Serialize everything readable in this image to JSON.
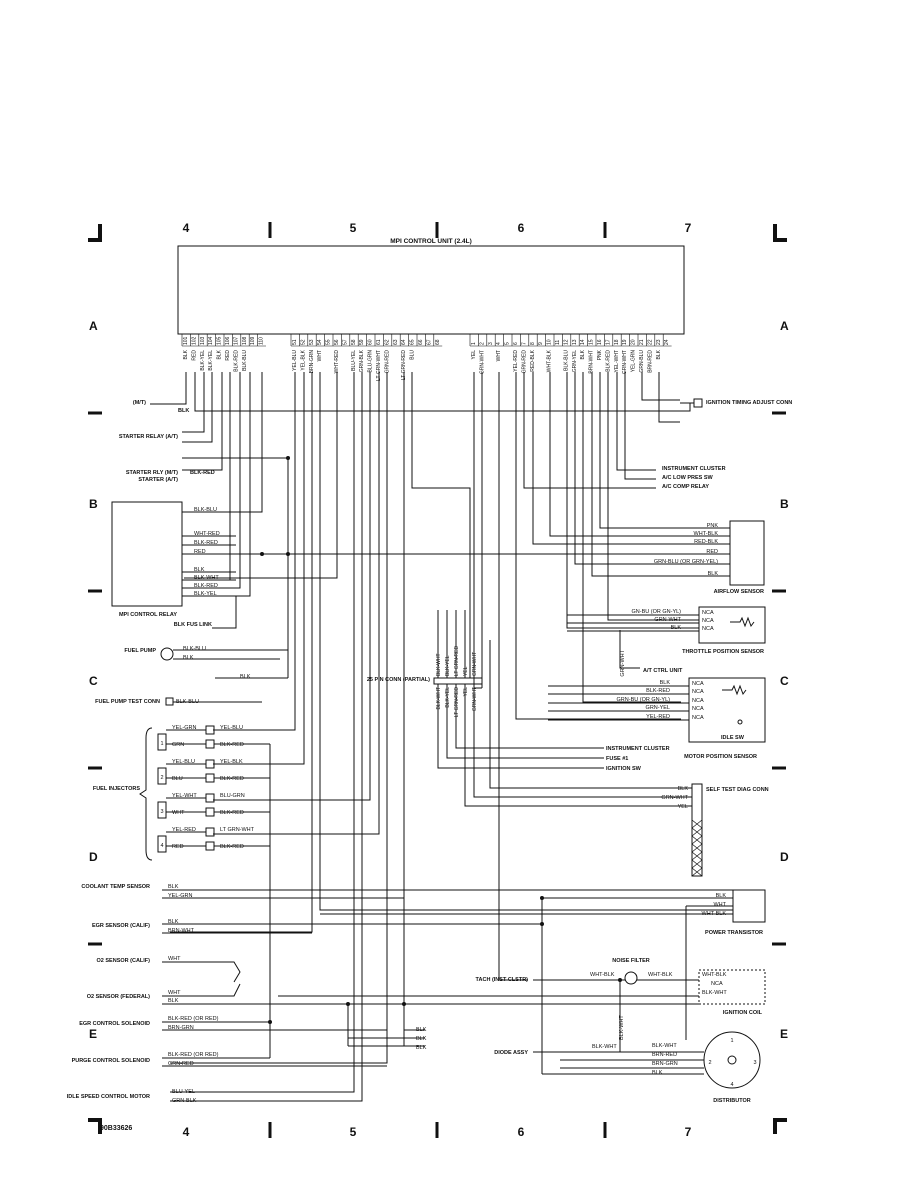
{
  "grid": {
    "columns": [
      "4",
      "5",
      "6",
      "7"
    ],
    "rows": [
      "A",
      "B",
      "C",
      "D",
      "E"
    ]
  },
  "ecu": {
    "title": "MPI CONTROL UNIT (2.4L)",
    "left_pins": [
      "101",
      "102",
      "103",
      "104",
      "105",
      "106",
      "107",
      "108",
      "109",
      "110"
    ],
    "left_wires": [
      "BLK",
      "RED",
      "BLK-YEL",
      "BLK-YEL",
      "BLK",
      "RED",
      "BLK-RED",
      "BLK-BLU",
      "",
      ""
    ],
    "mid_pins": [
      "51",
      "52",
      "53",
      "54",
      "55",
      "56",
      "57",
      "58",
      "59",
      "60",
      "61",
      "62",
      "63",
      "64",
      "65",
      "66",
      "67",
      "68"
    ],
    "mid_wires": [
      "YEL-BLU",
      "YEL-BLK",
      "BRN-GRN",
      "WHT",
      "",
      "WHT-RED",
      "",
      "BLU-YEL",
      "GRN-BLK",
      "BLU-GRN",
      "LT GRN-WHT",
      "GRN-RED",
      "",
      "LT GRN-RED",
      "BLU",
      "",
      "",
      ""
    ],
    "right_pins": [
      "1",
      "2",
      "3",
      "4",
      "5",
      "6",
      "7",
      "8",
      "9",
      "10",
      "11",
      "12",
      "13",
      "14",
      "15",
      "16",
      "17",
      "18",
      "19",
      "20",
      "21",
      "22",
      "23",
      "24"
    ],
    "right_wires": [
      "YEL",
      "GRN-WHT",
      "",
      "WHT",
      "",
      "YEL-RED",
      "GRN-RED",
      "RED-BLK",
      "",
      "WHT-BLK",
      "",
      "BLK-BLU",
      "GRN-YEL",
      "BLK",
      "BRN-WHT",
      "PNK",
      "BLK-RED",
      "YEL-WHT",
      "GRN-WHT",
      "YEL-GRN",
      "GRN-BLU",
      "BRN-RED",
      "BLK",
      ""
    ]
  },
  "top_left": {
    "mt_label": "(M/T)",
    "blk_label": "BLK",
    "starter_relay": "STARTER RELAY (A/T)",
    "starter_rly_mt": "STARTER RLY (M/T)",
    "starter_at": "STARTER (A/T)",
    "starter_wire": "BLK-RED"
  },
  "ignition_timing": "IGNITION TIMING ADJUST CONN",
  "right_refs": [
    "INSTRUMENT CLUSTER",
    "A/C LOW PRES SW",
    "A/C COMP RELAY"
  ],
  "airflow": {
    "title": "AIRFLOW SENSOR",
    "wires": [
      "PNK",
      "WHT-BLK",
      "RED-BLK",
      "RED",
      "GRN-BLU (OR GRN-YEL)",
      "BLK"
    ]
  },
  "throttle": {
    "title": "THROTTLE POSITION SENSOR",
    "wires": [
      "GN-BU (OR GN-YL)",
      "GRN-WHT",
      "BLK"
    ],
    "nca": [
      "NCA",
      "NCA",
      "NCA"
    ],
    "ac_wire": "GRN-WHT",
    "ac_label": "A/T CTRL UNIT"
  },
  "motor_pos": {
    "title": "MOTOR POSITION SENSOR",
    "idle_sw": "IDLE SW",
    "wires": [
      "BLK",
      "BLK-RED",
      "GRN-BU (OR GN-YL)",
      "GRN-YEL",
      "YEL-RED"
    ],
    "nca": [
      "NCA",
      "NCA",
      "NCA",
      "NCA",
      "NCA"
    ]
  },
  "mpi_relay": {
    "title": "MPI CONTROL RELAY",
    "wires": [
      "BLK-BLU",
      "WHT-RED",
      "BLK-RED",
      "RED",
      "BLK",
      "BLK-WHT",
      "BLK-RED",
      "BLK-YEL"
    ],
    "fuse_link": "BLK FUS LINK"
  },
  "fuel_pump": {
    "label": "FUEL PUMP",
    "wires": [
      "BLK-BLU",
      "BLK"
    ],
    "ground_wire": "BLK",
    "test_conn": "FUEL PUMP TEST CONN",
    "test_wire": "BLK-BLU"
  },
  "diag": {
    "label": "25 PIN CONN (PARTIAL)",
    "top_wires": [
      "BLK-WHT",
      "BLK-YEL",
      "LT GRN-RED",
      "YEL",
      "GRN-WHT"
    ],
    "bottom_wires": [
      "BLK-WHT",
      "BLK-YEL",
      "LT GRN-RED",
      "YEL",
      "GRN-WHT"
    ],
    "refs": [
      "INSTRUMENT CLUSTER",
      "FUSE #1",
      "IGNITION SW"
    ]
  },
  "self_test": {
    "title": "SELF TEST DIAG CONN",
    "wires": [
      "BLK",
      "GRN-WHT",
      "YEL"
    ]
  },
  "injectors": {
    "label": "FUEL INJECTORS",
    "items": [
      {
        "num": "1",
        "left_top": "YEL-GRN",
        "left_bot": "GRN",
        "right_top": "YEL-BLU",
        "right_bot": "BLK-RED"
      },
      {
        "num": "2",
        "left_top": "YEL-BLU",
        "left_bot": "BLU",
        "right_top": "YEL-BLK",
        "right_bot": "BLK-RED"
      },
      {
        "num": "3",
        "left_top": "YEL-WHT",
        "left_bot": "WHT",
        "right_top": "BLU-GRN",
        "right_bot": "BLK-RED"
      },
      {
        "num": "4",
        "left_top": "YEL-RED",
        "left_bot": "RED",
        "right_top": "LT GRN-WHT",
        "right_bot": "BLK-RED"
      }
    ]
  },
  "sensors": {
    "coolant": {
      "label": "COOLANT TEMP SENSOR",
      "wires": [
        "BLK",
        "YEL-GRN"
      ]
    },
    "egr_sensor": {
      "label": "EGR SENSOR (CALIF)",
      "wires": [
        "BLK",
        "BRN-WHT"
      ]
    },
    "o2_calif": {
      "label": "O2 SENSOR (CALIF)",
      "wires": [
        "WHT"
      ]
    },
    "o2_federal": {
      "label": "O2 SENSOR (FEDERAL)",
      "wires": [
        "WHT",
        "BLK"
      ]
    },
    "egr_solenoid": {
      "label": "EGR CONTROL SOLENOID",
      "wires": [
        "BLK-RED (OR RED)",
        "BRN-GRN"
      ]
    },
    "purge": {
      "label": "PURGE CONTROL SOLENOID",
      "wires": [
        "BLK-RED (OR RED)",
        "GRN-RED"
      ]
    },
    "isc": {
      "label": "IDLE SPEED CONTROL MOTOR",
      "wires": [
        "BLU-YEL",
        "GRN-BLK"
      ]
    }
  },
  "ground_blk": [
    "BLK",
    "BLK",
    "BLK"
  ],
  "power_transistor": {
    "title": "POWER TRANSISTOR",
    "wires": [
      "BLK",
      "WHT",
      "WHT-BLK"
    ]
  },
  "tach": {
    "label": "TACH (INST CLSTR)",
    "noise_filter": "NOISE FILTER",
    "wires": [
      "WHT-BLK",
      "WHT-BLK"
    ]
  },
  "ign_coil": {
    "title": "IGNITION COIL",
    "wires": [
      "WHT-BLK",
      "NCA",
      "BLK-WHT"
    ]
  },
  "diode": {
    "label": "DIODE ASSY",
    "wires": [
      "BLK-WHT",
      "BLK-WHT"
    ]
  },
  "distributor": {
    "title": "DISTRIBUTOR",
    "wires": [
      "BLK-WHT",
      "BRN-RED",
      "BRN-GRN",
      "BLK"
    ],
    "pins": [
      "1",
      "2",
      "3",
      "4"
    ]
  },
  "figure_id": "90B33626"
}
